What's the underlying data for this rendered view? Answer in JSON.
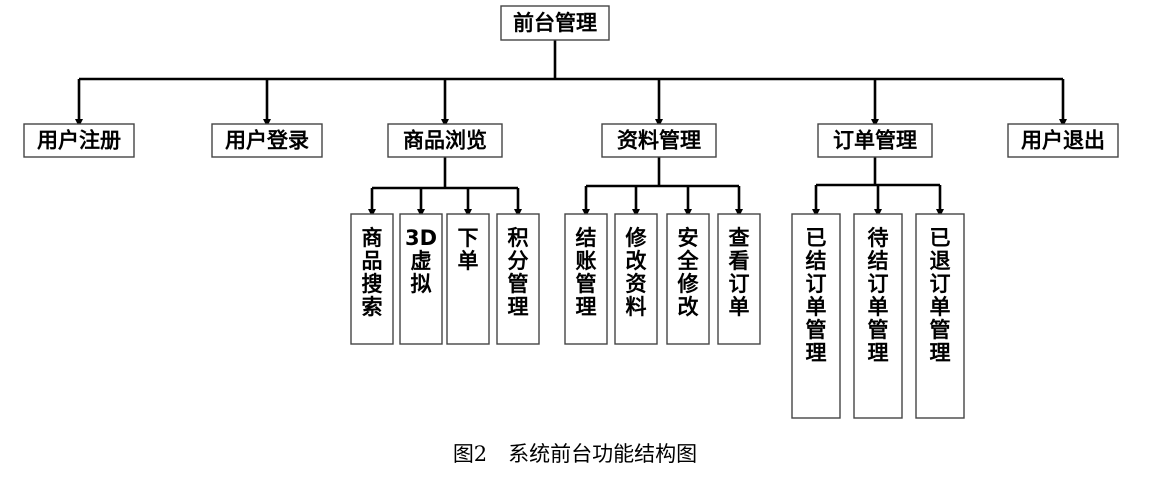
{
  "root": {
    "label": "前台管理"
  },
  "modules": [
    {
      "id": "register",
      "label": "用户注册",
      "children": []
    },
    {
      "id": "login",
      "label": "用户登录",
      "children": []
    },
    {
      "id": "browse",
      "label": "商品浏览",
      "children": [
        "商品搜索",
        "3D虚拟",
        "下单",
        "积分管理"
      ]
    },
    {
      "id": "profile",
      "label": "资料管理",
      "children": [
        "结账管理",
        "修改资料",
        "安全修改",
        "查看订单"
      ]
    },
    {
      "id": "orders",
      "label": "订单管理",
      "children": [
        "已结订单管理",
        "待结订单管理",
        "已退订单管理"
      ]
    },
    {
      "id": "logout",
      "label": "用户退出",
      "children": []
    }
  ],
  "caption": "图2　系统前台功能结构图",
  "colors": {
    "line": "#000000",
    "box_border": "#444444",
    "text": "#000000"
  }
}
